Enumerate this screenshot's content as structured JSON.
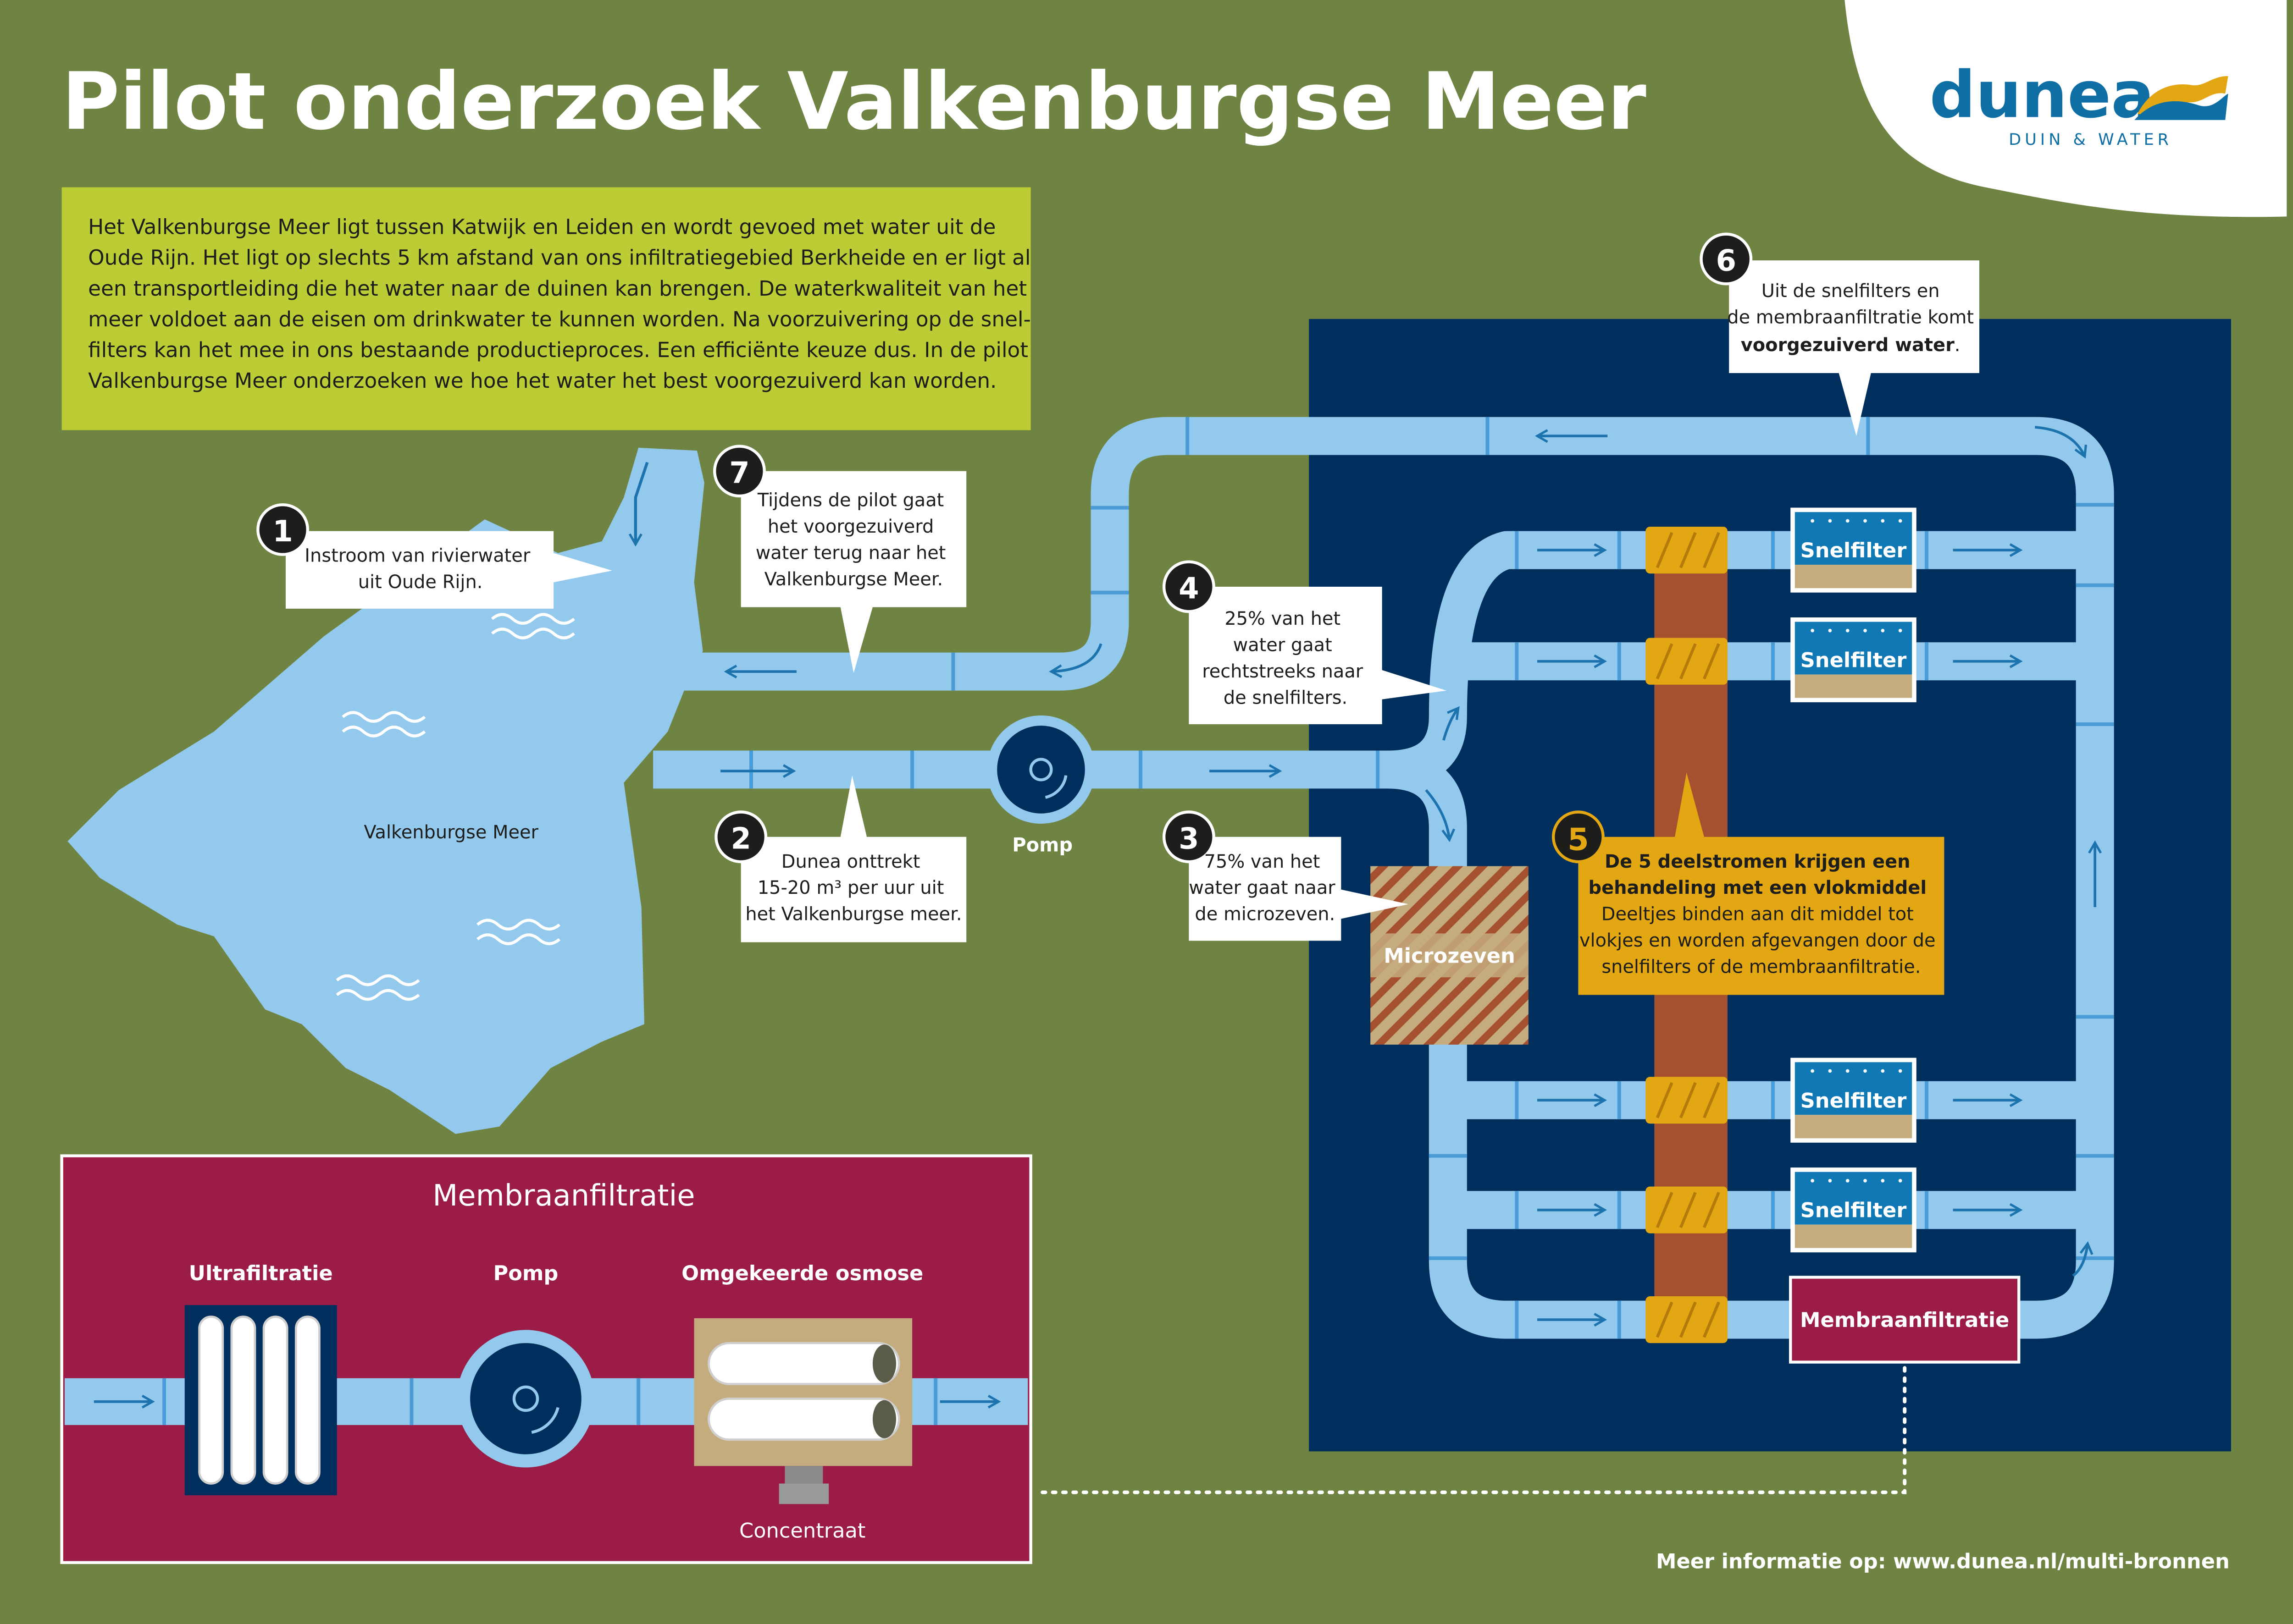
{
  "title": "Pilot onderzoek Valkenburgse Meer",
  "logo": {
    "brand": "dunea",
    "tagline": "DUIN & WATER"
  },
  "intro": [
    "Het Valkenburgse Meer ligt tussen Katwijk en Leiden en wordt gevoed met water uit de",
    "Oude Rijn. Het ligt op slechts 5 km afstand van ons infiltratiegebied Berkheide en er ligt al",
    "een transportleiding die het water naar de duinen kan brengen. De waterkwaliteit van het",
    "meer voldoet aan de eisen om drinkwater te kunnen worden. Na voorzuivering op de snel-",
    "filters kan het mee in ons bestaande productieproces. Een efficiënte keuze dus. In de pilot",
    "Valkenburgse Meer onderzoeken we hoe het water het best voorgezuiverd kan worden."
  ],
  "lake_label": "Valkenburgse Meer",
  "steps": {
    "s1": {
      "num": "1",
      "lines": [
        "Instroom van rivierwater",
        "uit Oude Rijn."
      ]
    },
    "s2": {
      "num": "2",
      "lines": [
        "Dunea onttrekt",
        "15-20 m³ per uur uit",
        "het Valkenburgse meer."
      ]
    },
    "s3": {
      "num": "3",
      "lines": [
        "75% van het",
        "water gaat naar",
        "de microzeven."
      ]
    },
    "s4": {
      "num": "4",
      "lines": [
        "25% van het",
        "water gaat",
        "rechtstreeks naar",
        "de snelfilters."
      ]
    },
    "s5": {
      "num": "5",
      "bold_lines": [
        "De 5 deelstromen krijgen een",
        "behandeling met een vlokmiddel"
      ],
      "lines": [
        "Deeltjes binden aan dit middel tot",
        "vlokjes en worden afgevangen door de",
        "snelfilters of de membraanfiltratie."
      ]
    },
    "s6": {
      "num": "6",
      "lines": [
        "Uit de snelfilters en",
        "de membraanfiltratie komt"
      ],
      "bold": "voorgezuiverd water",
      "tail": "."
    },
    "s7": {
      "num": "7",
      "lines": [
        "Tijdens de pilot gaat",
        "het voorgezuiverd",
        "water terug naar het",
        "Valkenburgse Meer."
      ]
    }
  },
  "labels": {
    "pomp": "Pomp",
    "microzeven": "Microzeven",
    "snelfilter": "Snelfilter",
    "membraanfiltratie": "Membraanfiltratie"
  },
  "membrane_panel": {
    "title": "Membraanfiltratie",
    "ultrafiltratie": "Ultrafiltratie",
    "pomp": "Pomp",
    "osmose": "Omgekeerde osmose",
    "concentraat": "Concentraat"
  },
  "footer": "Meer informatie op: www.dunea.nl/multi-bronnen",
  "colors": {
    "background": "#6f8443",
    "navy": "#012f5d",
    "pipe": "#94c9ee",
    "lime": "#bccc34",
    "amber": "#e2a713",
    "brown": "#a5502e",
    "burgundy": "#9b1c47",
    "tan": "#c4ac7e",
    "brand_blue": "#0f6fa5"
  }
}
